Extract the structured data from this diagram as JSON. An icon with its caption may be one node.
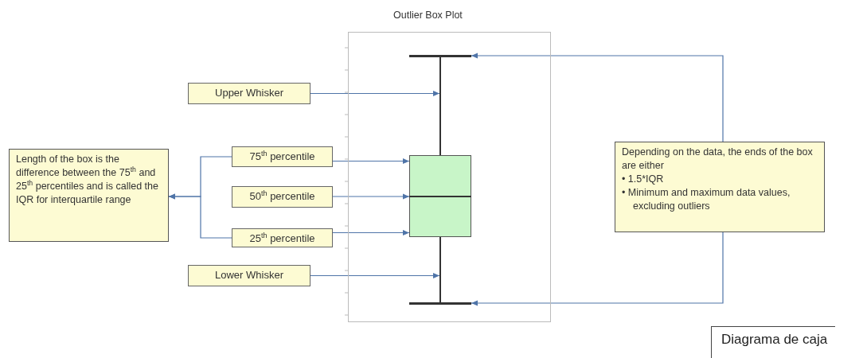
{
  "diagram": {
    "caption": "Diagrama de caja",
    "nodes": [
      {
        "text": [
          "Outlier Box Plot"
        ]
      },
      {
        "text": [
          "Upper Whisker"
        ]
      },
      {
        "text": [
          "75$^{th}$ percentile"
        ]
      },
      {
        "text": [
          "50$^{th}$ percentile"
        ]
      },
      {
        "text": [
          "25$^{th}$ percentile"
        ]
      },
      {
        "text": [
          "Lower Whisker"
        ]
      },
      {
        "text": [
          "Length of the box is the difference between the 75$^{th}$ and 25$^{th}$ percentiles and is called the IQR for interquartile range"
        ]
      },
      {
        "text": [
          "Depending on the data, the ends of the box are either",
          "• 1.5*IQR",
          "• Minimum and maximum data values, excluding outliers"
        ]
      },
      {
        "text": [],
        "shape": "bar",
        "in": 0
      },
      {
        "text": [],
        "shape": "bar",
        "in": 0
      },
      {
        "text": [],
        "shape": "box",
        "in": 0
      },
      {
        "text": [],
        "shape": "bar",
        "in": 10
      },
      {
        "text": [],
        "shape": "bar",
        "in": 0
      },
      {
        "text": [],
        "shape": "bar",
        "in": 0
      }
    ],
    "edges": [
      {
        "from": 1,
        "to": 9,
        "arrow": "to"
      },
      {
        "from": 2,
        "to": 10,
        "arrow": "to"
      },
      {
        "from": 3,
        "to": 11,
        "arrow": "to"
      },
      {
        "from": 4,
        "to": 10,
        "arrow": "to"
      },
      {
        "from": 5,
        "to": 12,
        "arrow": "to"
      },
      {
        "from": 2,
        "to": 6,
        "arrow": "to"
      },
      {
        "from": 4,
        "to": 6,
        "arrow": "to"
      },
      {
        "from": 7,
        "to": 8,
        "arrow": "to"
      },
      {
        "from": 7,
        "to": 13,
        "arrow": "to"
      }
    ]
  }
}
